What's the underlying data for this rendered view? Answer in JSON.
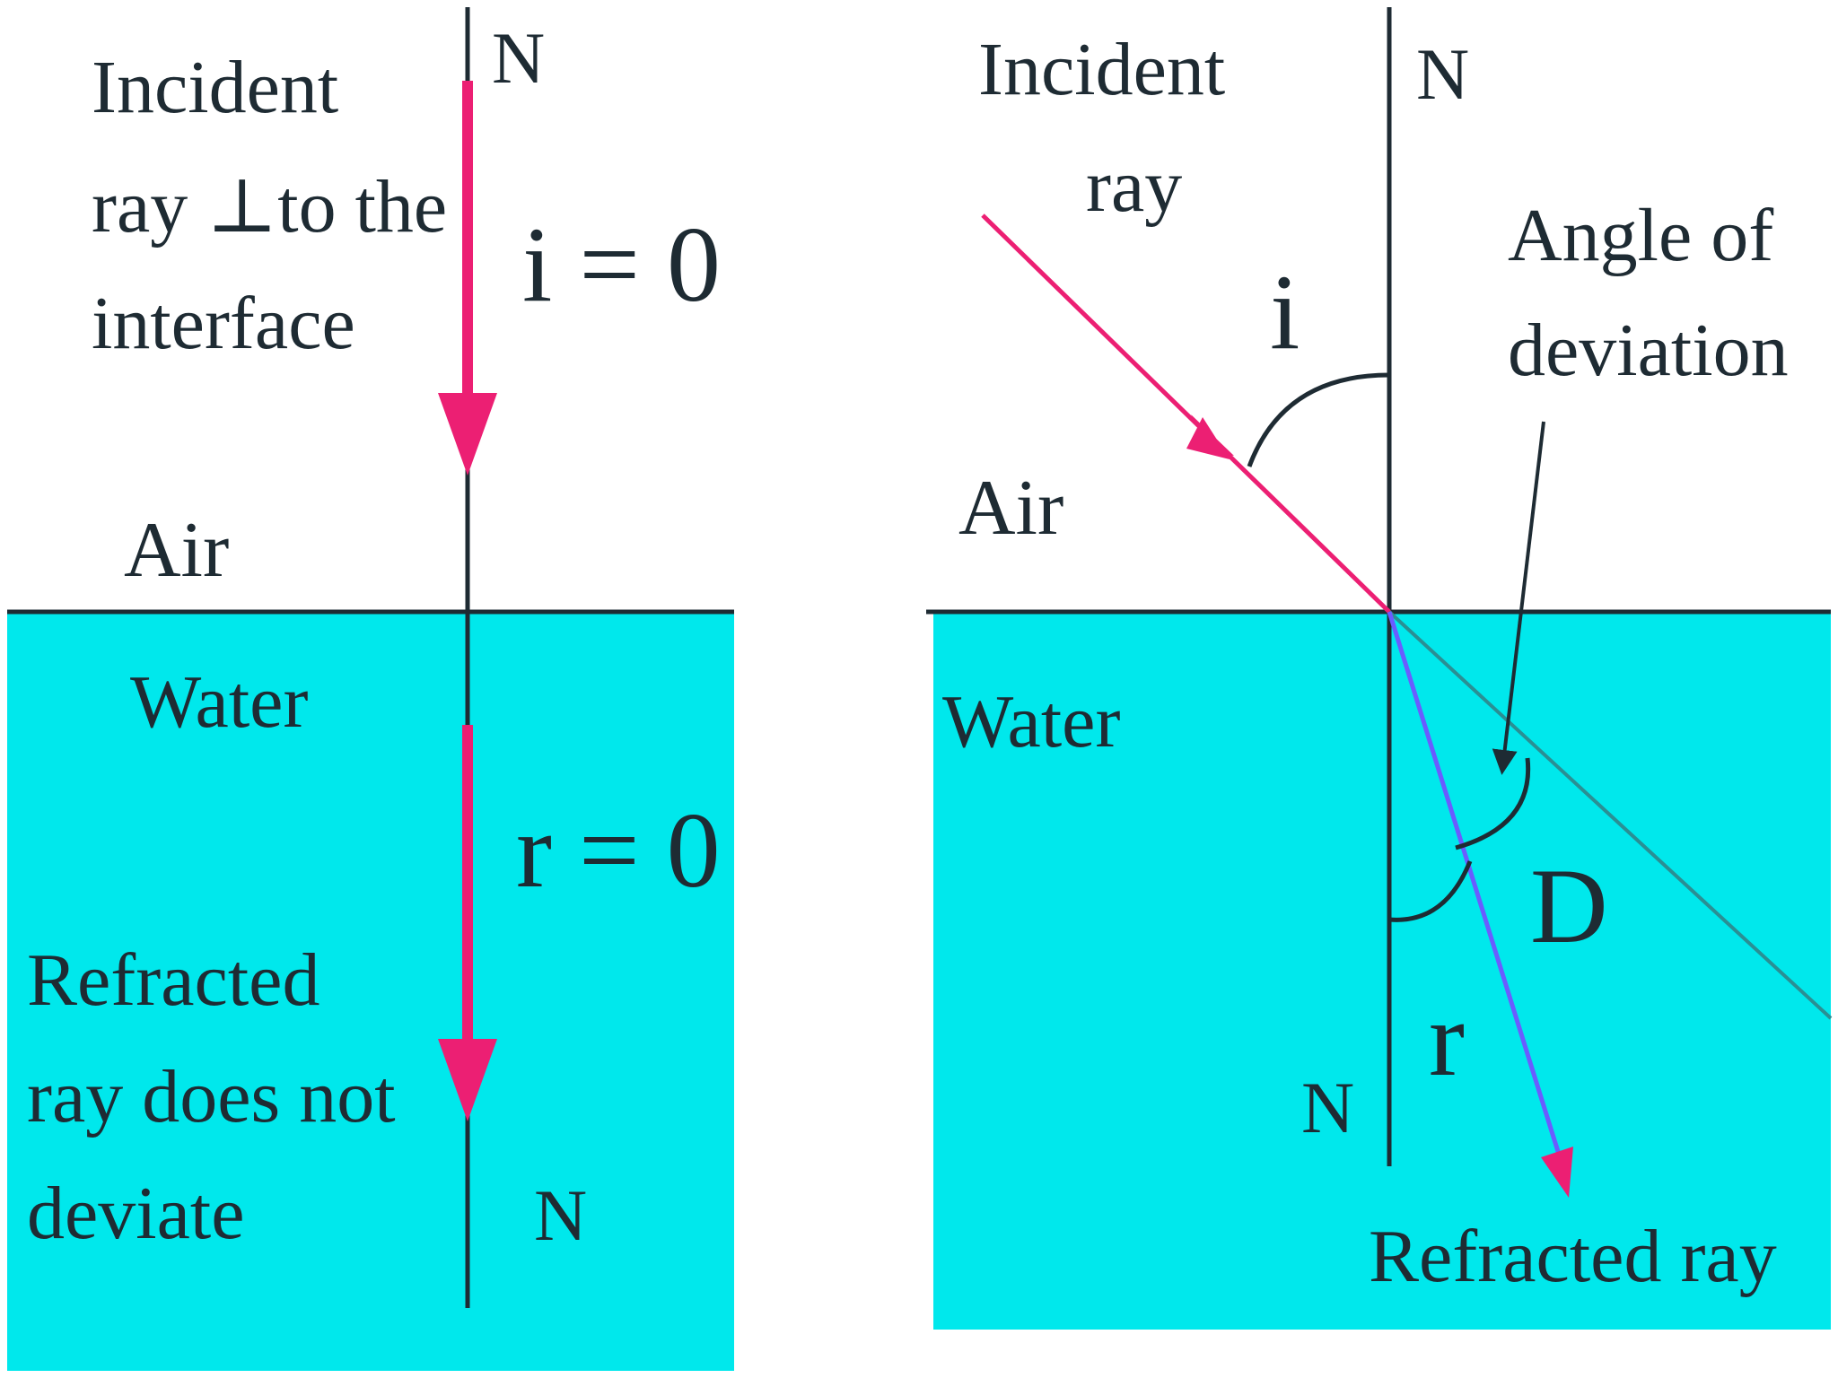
{
  "colors": {
    "water": "#00e8ec",
    "air": "#ffffff",
    "ray": "#ec1f73",
    "normal": "#1e2b33",
    "text": "#1e2b33"
  },
  "left_panel": {
    "normal_top": "N",
    "normal_bottom": "N",
    "incident_label": [
      "Incident",
      "ray ⊥to the",
      "interface"
    ],
    "angle_i": "i = 0",
    "medium_top": "Air",
    "medium_bottom": "Water",
    "angle_r": "r = 0",
    "refracted_label": [
      "Refracted",
      "ray does not",
      "deviate"
    ]
  },
  "right_panel": {
    "normal_top": "N",
    "normal_bottom": "N",
    "incident_label": [
      "Incident",
      "ray"
    ],
    "angle_i": "i",
    "deviation_label": [
      "Angle of",
      "deviation"
    ],
    "medium_top": "Air",
    "medium_bottom": "Water",
    "angle_d": "D",
    "angle_r": "r",
    "refracted_label": "Refracted ray"
  }
}
